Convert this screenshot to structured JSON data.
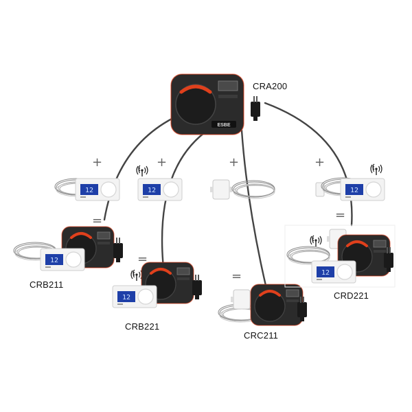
{
  "labels": {
    "main_unit": "CRA200",
    "product_1": "CRB211",
    "product_2": "CRB221",
    "product_3": "CRC211",
    "product_4": "CRD221"
  },
  "brand": "ESBE",
  "thermostat_display": "12",
  "symbols": {
    "plus": "+",
    "equals": "="
  },
  "icons": [
    "wireless-icon",
    "plug-icon",
    "cable-coil-icon",
    "rotary-knob-icon"
  ],
  "colors": {
    "actuator_body": "#2b2b2b",
    "actuator_accent": "#e0401c",
    "thermostat_screen": "#1e3fa8",
    "cable": "#444444"
  }
}
